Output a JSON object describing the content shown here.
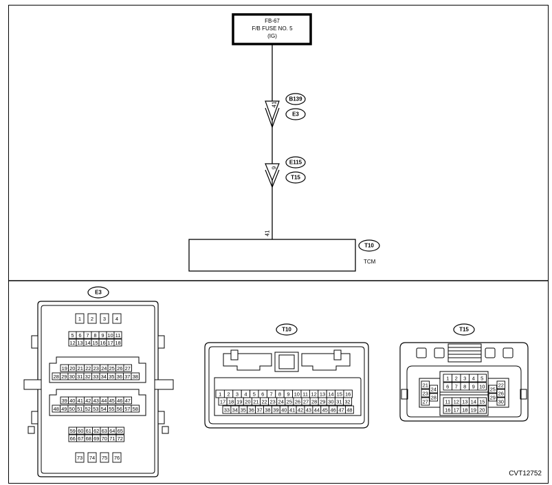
{
  "fuse": {
    "line1": "FB-67",
    "line2": "F/B FUSE NO. 5",
    "line3": "(IG)"
  },
  "wire_labels": {
    "b139_pin": "41",
    "e115_pin": "9",
    "tcm_pin": "41"
  },
  "connector_tags": {
    "b139": "B139",
    "e3": "E3",
    "e115": "E115",
    "t15": "T15",
    "t10": "T10"
  },
  "tcm": {
    "label": "TCM"
  },
  "connectors": {
    "e3": {
      "title": "E3",
      "rows": [
        [
          "1",
          "2",
          "3",
          "4"
        ],
        [
          "5",
          "6",
          "7",
          "8",
          "9",
          "10",
          "11"
        ],
        [
          "12",
          "13",
          "14",
          "15",
          "16",
          "17",
          "18"
        ],
        [
          "19",
          "20",
          "21",
          "22",
          "23",
          "24",
          "25",
          "26",
          "27"
        ],
        [
          "28",
          "29",
          "30",
          "31",
          "32",
          "33",
          "34",
          "35",
          "36",
          "37",
          "38"
        ],
        [
          "39",
          "40",
          "41",
          "42",
          "43",
          "44",
          "45",
          "46",
          "47"
        ],
        [
          "48",
          "49",
          "50",
          "51",
          "52",
          "53",
          "54",
          "55",
          "56",
          "57",
          "58"
        ],
        [
          "59",
          "60",
          "61",
          "62",
          "63",
          "64",
          "65"
        ],
        [
          "66",
          "67",
          "68",
          "69",
          "70",
          "71",
          "72"
        ],
        [
          "73",
          "74",
          "75",
          "76"
        ]
      ]
    },
    "t10": {
      "title": "T10",
      "rows": [
        [
          "1",
          "2",
          "3",
          "4",
          "5",
          "6",
          "7",
          "8",
          "9",
          "10",
          "11",
          "12",
          "13",
          "14",
          "15",
          "16"
        ],
        [
          "17",
          "18",
          "19",
          "20",
          "21",
          "22",
          "23",
          "24",
          "25",
          "26",
          "27",
          "28",
          "29",
          "30",
          "31",
          "32"
        ],
        [
          "33",
          "34",
          "35",
          "36",
          "37",
          "38",
          "39",
          "40",
          "41",
          "42",
          "43",
          "44",
          "45",
          "46",
          "47",
          "48"
        ]
      ]
    },
    "t15": {
      "title": "T15",
      "top_rows": [
        [
          "1",
          "2",
          "3",
          "4",
          "5"
        ],
        [
          "6",
          "7",
          "8",
          "9",
          "10"
        ]
      ],
      "bottom_rows": [
        [
          "11",
          "12",
          "13",
          "14",
          "15"
        ],
        [
          "16",
          "17",
          "18",
          "19",
          "20"
        ]
      ],
      "left_col": [
        [
          "21",
          "24"
        ],
        [
          "23",
          "28"
        ],
        [
          "27",
          ""
        ]
      ],
      "right_col": [
        [
          "25",
          "22"
        ],
        [
          "29",
          "26"
        ],
        [
          "",
          "30"
        ]
      ]
    }
  },
  "figure_id": "CVT12752"
}
